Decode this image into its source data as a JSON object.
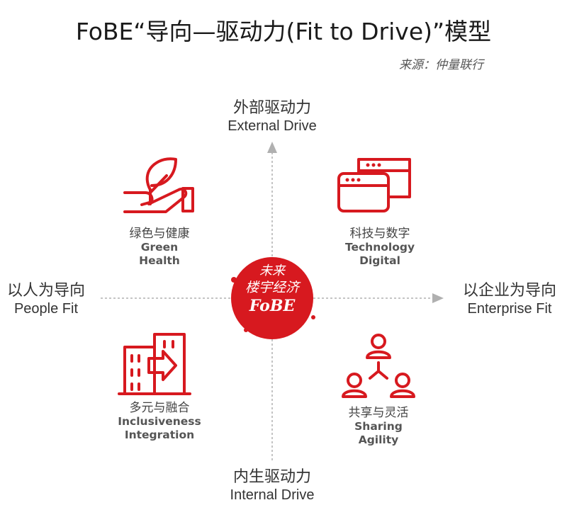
{
  "title": "FoBE“导向—驱动力(Fit to Drive)”模型",
  "source": "来源：仲量联行",
  "axes": {
    "top": {
      "zh": "外部驱动力",
      "en": "External Drive"
    },
    "bottom": {
      "zh": "内生驱动力",
      "en": "Internal Drive"
    },
    "left": {
      "zh": "以人为导向",
      "en": "People Fit"
    },
    "right": {
      "zh": "以企业为导向",
      "en": "Enterprise Fit"
    }
  },
  "quadrants": {
    "top_left": {
      "zh": "绿色与健康",
      "en1": "Green",
      "en2": "Health",
      "icon": "hand-plant-icon"
    },
    "top_right": {
      "zh": "科技与数字",
      "en1": "Technology",
      "en2": "Digital",
      "icon": "browser-windows-icon"
    },
    "bottom_left": {
      "zh": "多元与融合",
      "en1": "Inclusiveness",
      "en2": "Integration",
      "icon": "building-arrow-icon"
    },
    "bottom_right": {
      "zh": "共享与灵活",
      "en1": "Sharing",
      "en2": "Agility",
      "icon": "people-network-icon"
    }
  },
  "center_seal": {
    "line1": "未来",
    "line2": "楼宇经济",
    "line3": "FoBE"
  },
  "colors": {
    "accent": "#d7191f",
    "axis": "#b0b0b0",
    "text": "#333333"
  }
}
